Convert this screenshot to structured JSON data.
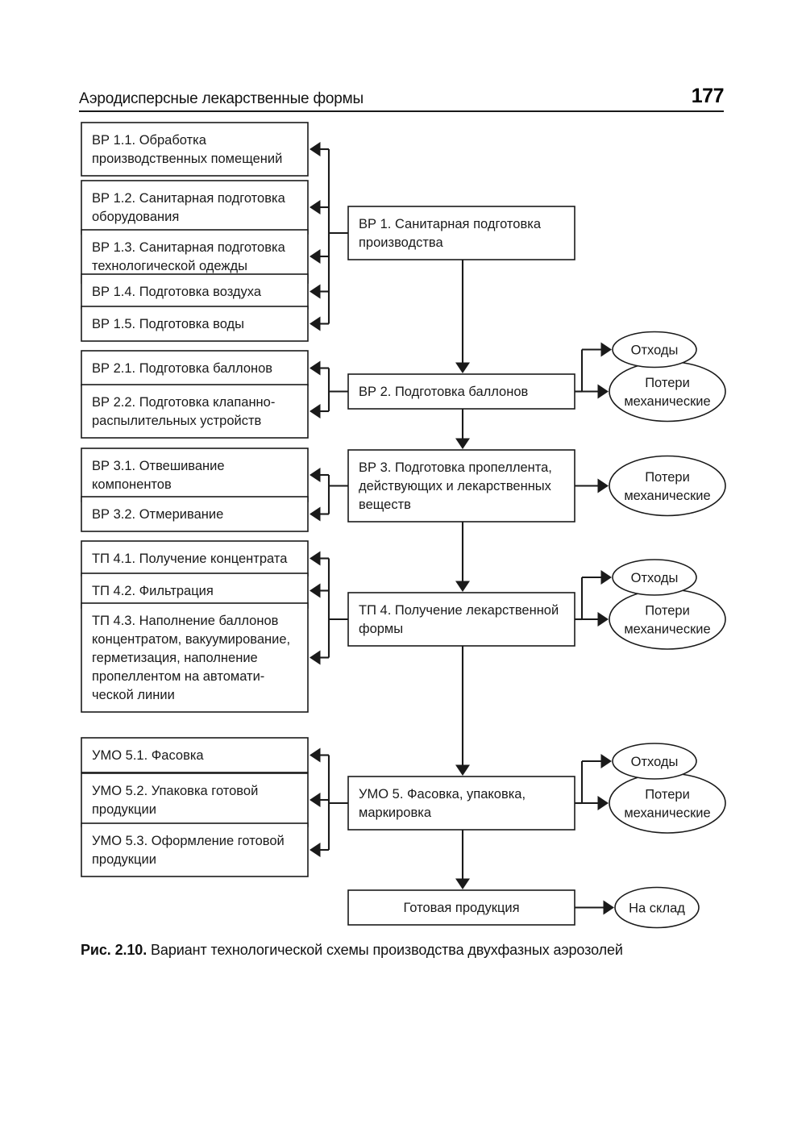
{
  "header": {
    "title": "Аэродисперсные лекарственные формы",
    "page_number": "177"
  },
  "caption": {
    "figure_label": "Рис. 2.10.",
    "text": "Вариант технологической схемы производства двухфазных аэрозолей"
  },
  "colors": {
    "line": "#1a1a1a",
    "box_fill": "#ffffff",
    "text": "#1a1a1a"
  },
  "diagram": {
    "type": "flowchart",
    "title": "Вариант технологической схемы производства двухфазных аэрозолей",
    "stages": [
      {
        "id": "vr1",
        "main": {
          "lines": [
            "ВР 1. Санитарная подготовка",
            "производства"
          ]
        },
        "substeps": [
          {
            "lines": [
              "ВР 1.1. Обработка",
              "производственных помещений"
            ]
          },
          {
            "lines": [
              "ВР 1.2. Санитарная подготовка",
              "оборудования"
            ]
          },
          {
            "lines": [
              "ВР 1.3. Санитарная подготовка",
              "технологической одежды"
            ]
          },
          {
            "lines": [
              "ВР 1.4. Подготовка воздуха"
            ]
          },
          {
            "lines": [
              "ВР 1.5. Подготовка воды"
            ]
          }
        ],
        "outputs": []
      },
      {
        "id": "vr2",
        "main": {
          "lines": [
            "ВР 2. Подготовка баллонов"
          ]
        },
        "substeps": [
          {
            "lines": [
              "ВР 2.1. Подготовка баллонов"
            ]
          },
          {
            "lines": [
              "ВР 2.2. Подготовка клапанно-",
              "распылительных устройств"
            ]
          }
        ],
        "outputs": [
          {
            "lines": [
              "Отходы"
            ]
          },
          {
            "lines": [
              "Потери",
              "механические"
            ]
          }
        ]
      },
      {
        "id": "vr3",
        "main": {
          "lines": [
            "ВР 3. Подготовка пропеллента,",
            "действующих и лекарственных",
            "веществ"
          ]
        },
        "substeps": [
          {
            "lines": [
              "ВР 3.1. Отвешивание",
              "компонентов"
            ]
          },
          {
            "lines": [
              "ВР 3.2. Отмеривание"
            ]
          }
        ],
        "outputs": [
          {
            "lines": [
              "Потери",
              "механические"
            ]
          }
        ]
      },
      {
        "id": "tp4",
        "main": {
          "lines": [
            "ТП 4. Получение лекарственной",
            "формы"
          ]
        },
        "substeps": [
          {
            "lines": [
              "ТП 4.1. Получение концентрата"
            ]
          },
          {
            "lines": [
              "ТП 4.2. Фильтрация"
            ]
          },
          {
            "lines": [
              "ТП 4.3. Наполнение баллонов",
              "концентратом, вакуумирование,",
              "герметизация, наполнение",
              "пропеллентом на автомати-",
              "ческой линии"
            ]
          }
        ],
        "outputs": [
          {
            "lines": [
              "Отходы"
            ]
          },
          {
            "lines": [
              "Потери",
              "механические"
            ]
          }
        ]
      },
      {
        "id": "umo5",
        "main": {
          "lines": [
            "УМО 5. Фасовка, упаковка,",
            "маркировка"
          ]
        },
        "substeps": [
          {
            "lines": [
              "УМО 5.1. Фасовка"
            ]
          },
          {
            "lines": [
              "УМО 5.2. Упаковка готовой",
              "продукции"
            ]
          },
          {
            "lines": [
              "УМО 5.3. Оформление готовой",
              "продукции"
            ]
          }
        ],
        "outputs": [
          {
            "lines": [
              "Отходы"
            ]
          },
          {
            "lines": [
              "Потери",
              "механические"
            ]
          }
        ]
      },
      {
        "id": "final",
        "main": {
          "lines": [
            "Готовая продукция"
          ]
        },
        "substeps": [],
        "outputs": [
          {
            "lines": [
              "На склад"
            ]
          }
        ]
      }
    ]
  }
}
